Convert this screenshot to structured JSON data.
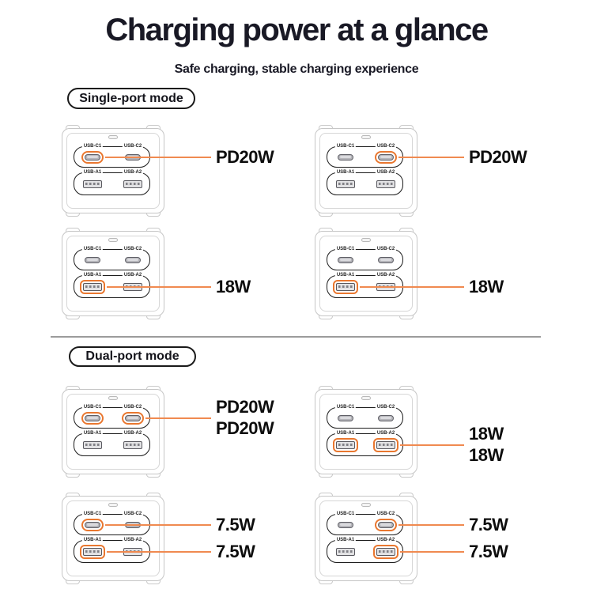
{
  "header": {
    "title": "Charging power at a glance",
    "subtitle": "Safe charging, stable charging experience"
  },
  "sections": [
    {
      "label": "Single-port mode",
      "figures": [
        {
          "highlights": [
            "C1"
          ],
          "callouts": [
            {
              "from": "C1",
              "labels": [
                "PD20W"
              ]
            }
          ]
        },
        {
          "highlights": [
            "C2"
          ],
          "callouts": [
            {
              "from": "C2",
              "labels": [
                "PD20W"
              ]
            }
          ]
        },
        {
          "highlights": [
            "A1"
          ],
          "callouts": [
            {
              "from": "A1",
              "labels": [
                "18W"
              ]
            }
          ]
        },
        {
          "highlights": [
            "A1"
          ],
          "callouts": [
            {
              "from": "A1",
              "labels": [
                "18W"
              ]
            }
          ]
        }
      ]
    },
    {
      "label": "Dual-port mode",
      "figures": [
        {
          "highlights": [
            "C1",
            "C2"
          ],
          "callouts": [
            {
              "from": "C2",
              "labels": [
                "PD20W",
                "PD20W"
              ]
            }
          ]
        },
        {
          "highlights": [
            "A1",
            "A2"
          ],
          "callouts": [
            {
              "from": "A2",
              "labels": [
                "18W",
                "18W"
              ]
            }
          ]
        },
        {
          "highlights": [
            "C1",
            "A1"
          ],
          "callouts": [
            {
              "from": "C1",
              "labels": [
                "7.5W"
              ]
            },
            {
              "from": "A1",
              "labels": [
                "7.5W"
              ]
            }
          ]
        },
        {
          "highlights": [
            "C2",
            "A2"
          ],
          "callouts": [
            {
              "from": "C2",
              "labels": [
                "7.5W"
              ]
            },
            {
              "from": "A2",
              "labels": [
                "7.5W"
              ]
            }
          ]
        }
      ]
    }
  ],
  "charger": {
    "port_labels": {
      "C1": "USB-C1",
      "C2": "USB-C2",
      "A1": "USB-A1",
      "A2": "USB-A2"
    }
  },
  "colors": {
    "accent_line": "#F08A50",
    "accent_ring": "#E9772F",
    "text_dark": "#191925"
  }
}
